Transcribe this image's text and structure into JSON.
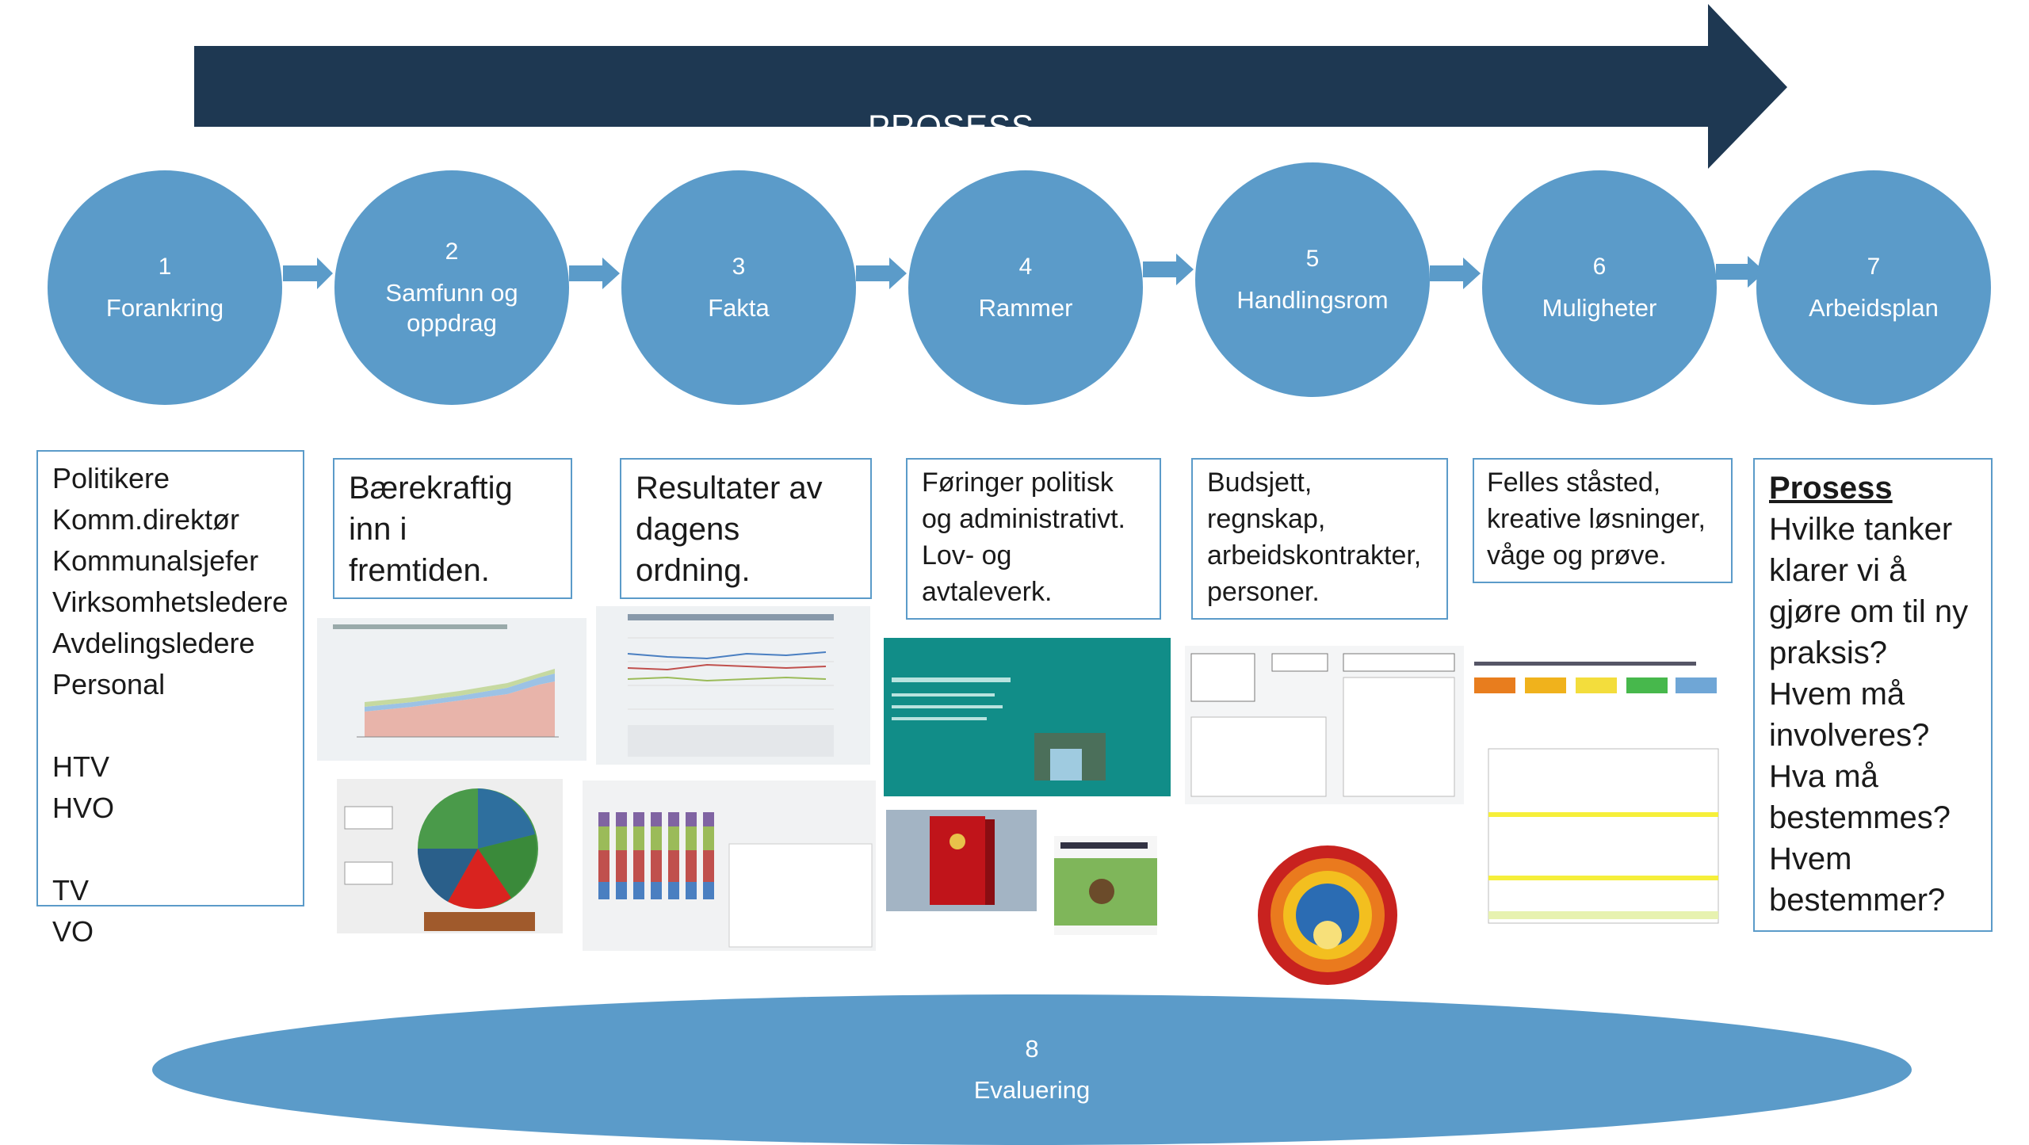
{
  "process_banner": {
    "label": "PROSESS",
    "color": "#1e3852"
  },
  "steps": [
    {
      "number": "1",
      "label": "Forankring"
    },
    {
      "number": "2",
      "label": "Samfunn og oppdrag"
    },
    {
      "number": "3",
      "label": "Fakta"
    },
    {
      "number": "4",
      "label": "Rammer"
    },
    {
      "number": "5",
      "label": "Handlingsrom"
    },
    {
      "number": "6",
      "label": "Muligheter"
    },
    {
      "number": "7",
      "label": "Arbeidsplan"
    }
  ],
  "boxes": {
    "box1": [
      "Politikere",
      "Komm.direktør",
      "Kommunalsjefer",
      "Virksomhetsledere",
      "Avdelingsledere",
      "Personal",
      "",
      "HTV",
      "HVO",
      "",
      "TV",
      "VO"
    ],
    "box2": [
      "Bærekraftig",
      "inn i",
      "fremtiden."
    ],
    "box3": [
      "Resultater av",
      "dagens",
      "ordning."
    ],
    "box4": [
      "Føringer politisk",
      "og administrativt.",
      "Lov- og",
      "avtaleverk."
    ],
    "box5": [
      "Budsjett,",
      "regnskap,",
      "arbeidskontrakter,",
      "personer."
    ],
    "box6": [
      "Felles ståsted,",
      "kreative løsninger,",
      "våge og prøve."
    ],
    "box7": {
      "heading": "Prosess",
      "lines": [
        "Hvilke tanker",
        "klarer vi å",
        "gjøre om til ny",
        "praksis?",
        "Hvem må",
        "involveres?",
        "Hva må",
        "bestemmes?",
        "Hvem",
        "bestemmer?"
      ]
    }
  },
  "evaluation": {
    "number": "8",
    "label": "Evaluering"
  },
  "colors": {
    "circle": "#5b9bc9",
    "banner": "#1e3852",
    "box_border": "#5b9bc9"
  }
}
